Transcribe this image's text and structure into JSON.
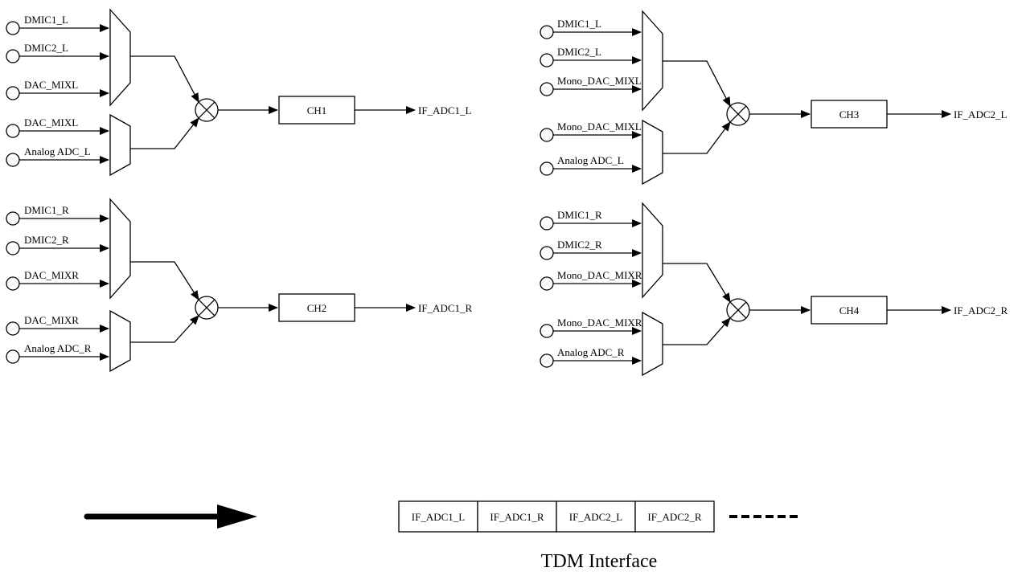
{
  "blocks": [
    {
      "channel": "CH1",
      "output": "IF_ADC1_L",
      "mux_top_inputs": [
        "DMIC1_L",
        "DMIC2_L",
        "DAC_MIXL"
      ],
      "mux_bottom_inputs": [
        "DAC_MIXL",
        "Analog ADC_L"
      ]
    },
    {
      "channel": "CH2",
      "output": "IF_ADC1_R",
      "mux_top_inputs": [
        "DMIC1_R",
        "DMIC2_R",
        "DAC_MIXR"
      ],
      "mux_bottom_inputs": [
        "DAC_MIXR",
        "Analog ADC_R"
      ]
    },
    {
      "channel": "CH3",
      "output": "IF_ADC2_L",
      "mux_top_inputs": [
        "DMIC1_L",
        "DMIC2_L",
        "Mono_DAC_MIXL"
      ],
      "mux_bottom_inputs": [
        "Mono_DAC_MIXL",
        "Analog ADC_L"
      ]
    },
    {
      "channel": "CH4",
      "output": "IF_ADC2_R",
      "mux_top_inputs": [
        "DMIC1_R",
        "DMIC2_R",
        "Mono_DAC_MIXR"
      ],
      "mux_bottom_inputs": [
        "Mono_DAC_MIXR",
        "Analog ADC_R"
      ]
    }
  ],
  "tdm": {
    "slots": [
      "IF_ADC1_L",
      "IF_ADC1_R",
      "IF_ADC2_L",
      "IF_ADC2_R"
    ],
    "title": "TDM Interface"
  }
}
